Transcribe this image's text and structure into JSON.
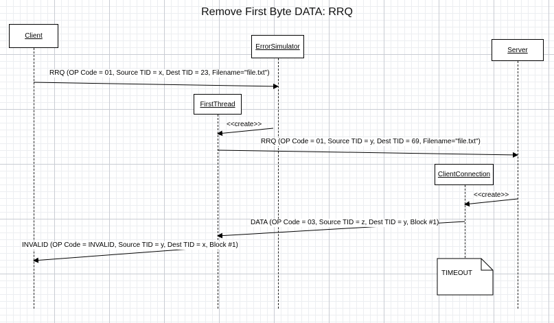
{
  "title": "Remove First Byte DATA: RRQ",
  "participants": {
    "client": "Client",
    "error_simulator": "ErrorSimulator",
    "server": "Server",
    "first_thread": "FirstThread",
    "client_connection": "ClientConnection"
  },
  "messages": {
    "m1": "RRQ (OP Code = 01, Source TID = x, Dest TID = 23, Filename=\"file.txt\")",
    "m2": "<<create>>",
    "m3": "RRQ (OP Code = 01, Source TID = y, Dest TID = 69, Filename=\"file.txt\")",
    "m4": "<<create>>",
    "m5": "DATA (OP Code = 03, Source TID = z, Dest TID = y, Block #1)",
    "m6": "INVALID (OP Code = INVALID, Source TID = y, Dest TID = x, Block #1)"
  },
  "note": "TIMEOUT",
  "colors": {
    "line": "#000000",
    "grid_major": "#c9ccd3",
    "grid_minor": "#eceef1"
  }
}
